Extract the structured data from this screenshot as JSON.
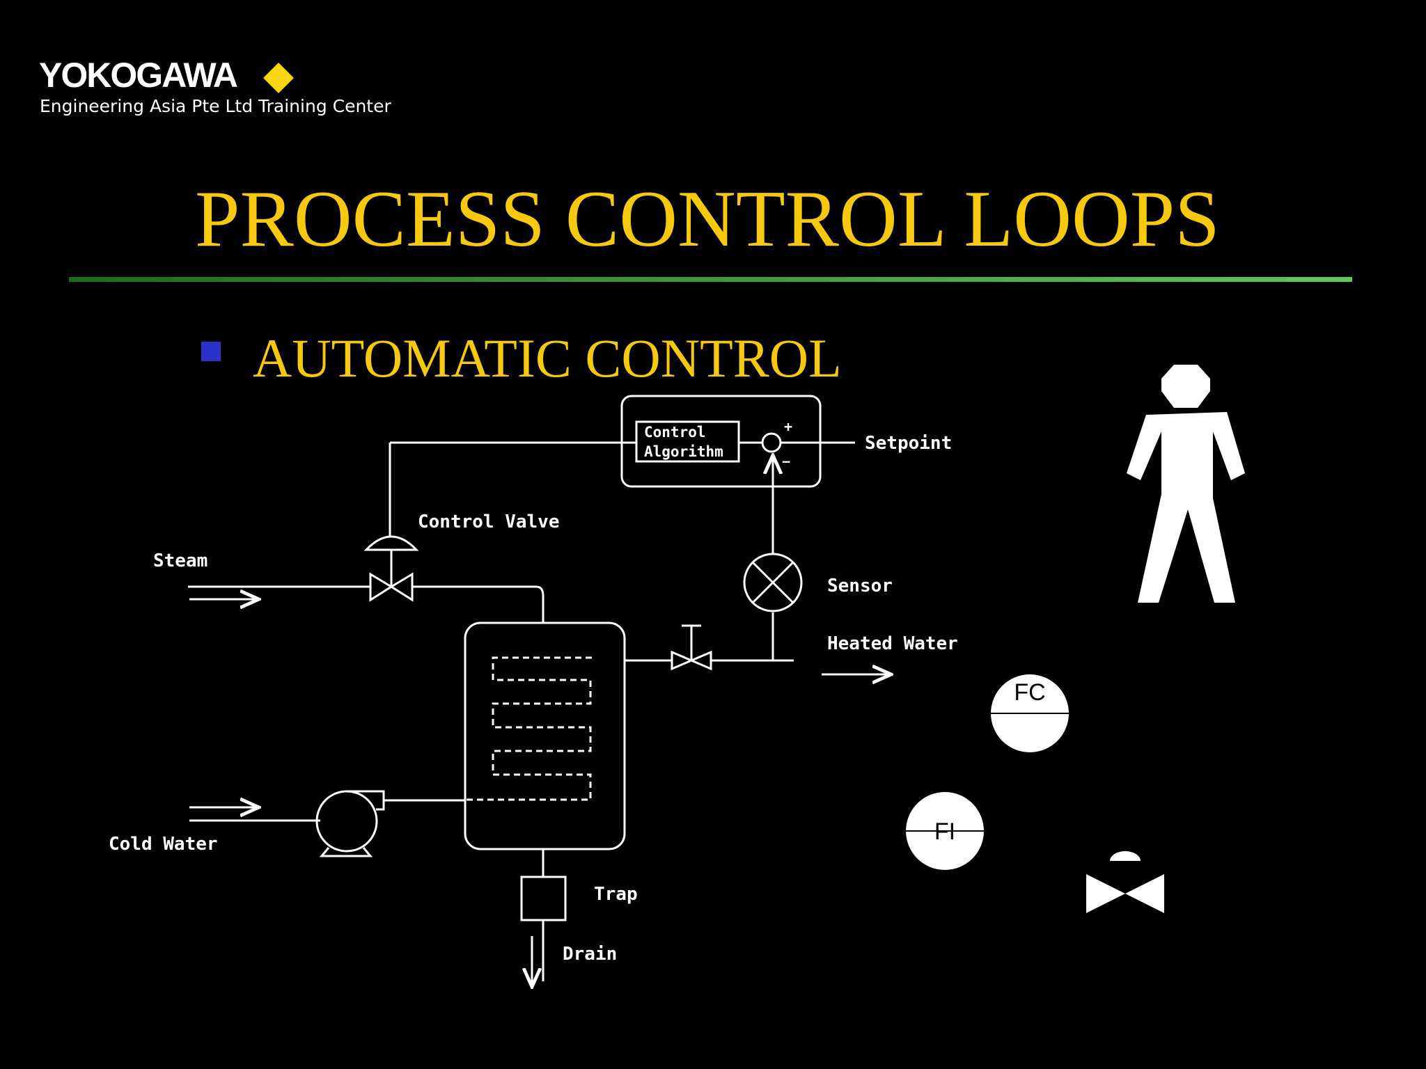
{
  "header": {
    "logo_text": "YOKOGAWA",
    "subtitle": "Engineering Asia Pte Ltd Training Center"
  },
  "slide": {
    "title": "PROCESS CONTROL LOOPS",
    "bullet": "AUTOMATIC CONTROL"
  },
  "diagram": {
    "control_line1": "Control",
    "control_line2": "Algorithm",
    "plus": "+",
    "minus": "−",
    "setpoint": "Setpoint",
    "control_valve": "Control Valve",
    "steam": "Steam",
    "sensor": "Sensor",
    "heated_water": "Heated Water",
    "cold_water": "Cold Water",
    "trap": "Trap",
    "drain": "Drain"
  },
  "symbols": {
    "fc": "FC",
    "fi": "FI"
  },
  "colors": {
    "background": "#000000",
    "title": "#f6c90e",
    "bullet": "#2b32c9",
    "rule_start": "#1a6e1a",
    "rule_end": "#5ec85e",
    "logo_diamond": "#f6d80e"
  }
}
